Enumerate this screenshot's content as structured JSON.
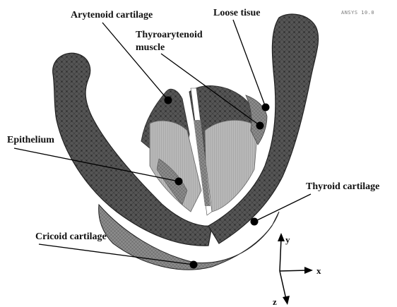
{
  "figure": {
    "version_stamp": "ANSYS 10.0",
    "labels": {
      "arytenoid": "Arytenoid cartilage",
      "loose_tissue": "Loose tisue",
      "thyroarytenoid_line1": "Thyroarytenoid",
      "thyroarytenoid_line2": "muscle",
      "epithelium": "Epithelium",
      "thyroid": "Thyroid cartilage",
      "cricoid": "Cricoid cartilage"
    },
    "axes": {
      "x": "x",
      "y": "y",
      "z": "z"
    },
    "colors": {
      "mesh_dark": "#4a4a4a",
      "mesh_mid": "#7a7a7a",
      "mesh_light": "#b5b5b5",
      "background": "#ffffff"
    }
  }
}
